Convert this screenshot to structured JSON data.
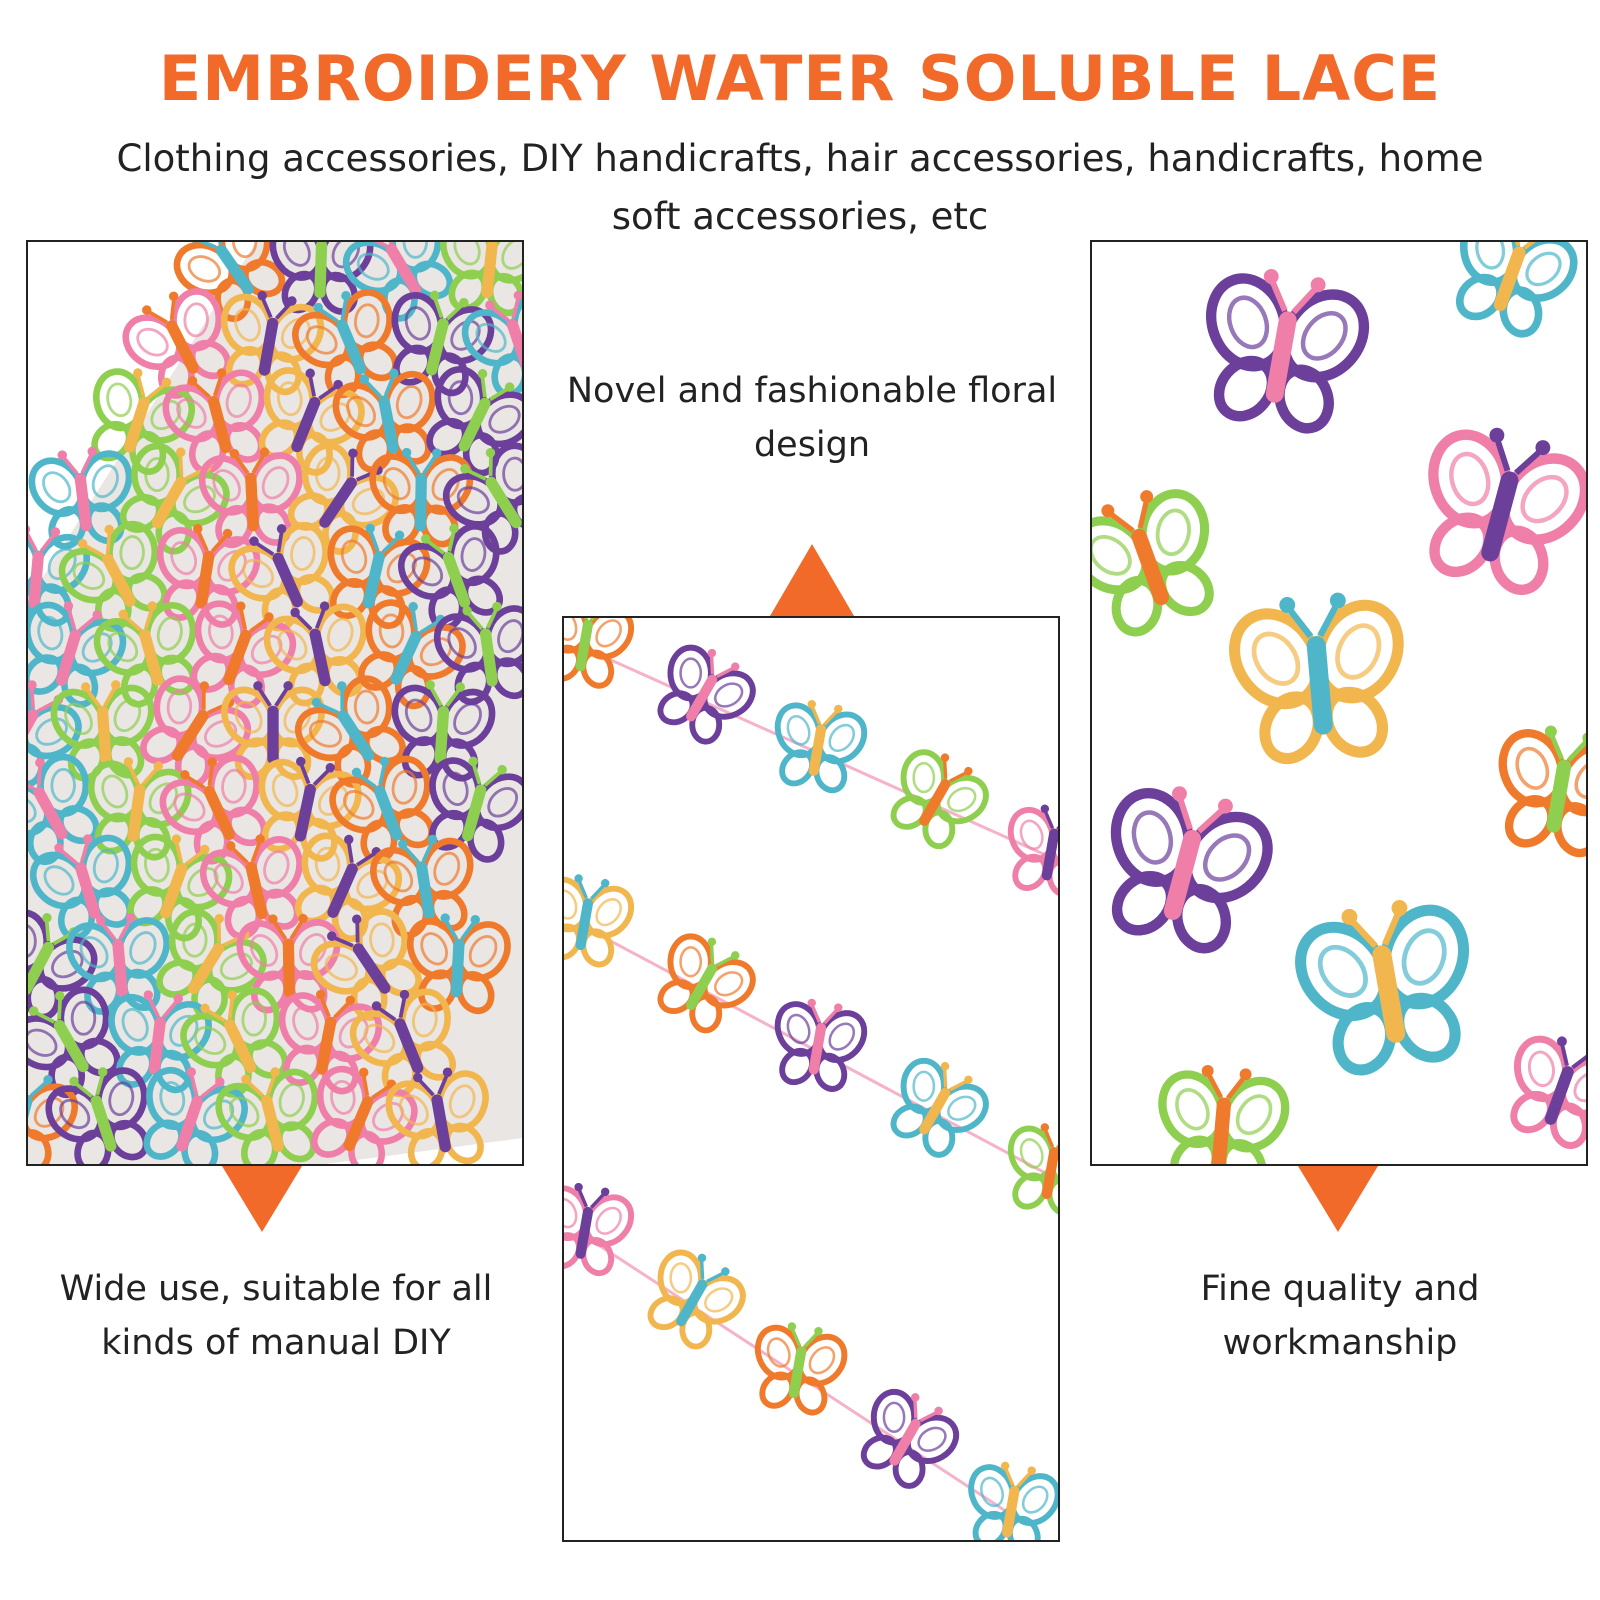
{
  "header": {
    "title": "EMBROIDERY WATER SOLUBLE LACE",
    "subtitle": "Clothing accessories, DIY handicrafts, hair accessories, handicrafts, home soft accessories, etc"
  },
  "features": {
    "center": "Novel and fashionable floral design",
    "left": "Wide use, suitable for all kinds of manual DIY",
    "right": "Fine quality and workmanship"
  },
  "colors": {
    "accent": "#f26a2a",
    "butterflies": [
      "#f07a2c",
      "#6b3f9a",
      "#4fb6c9",
      "#8fcf4f",
      "#ef7fa8",
      "#f2b64e"
    ]
  },
  "images": {
    "left": "lace-roll-photo",
    "center": "lace-strips-photo",
    "right": "lace-closeup-photo"
  }
}
